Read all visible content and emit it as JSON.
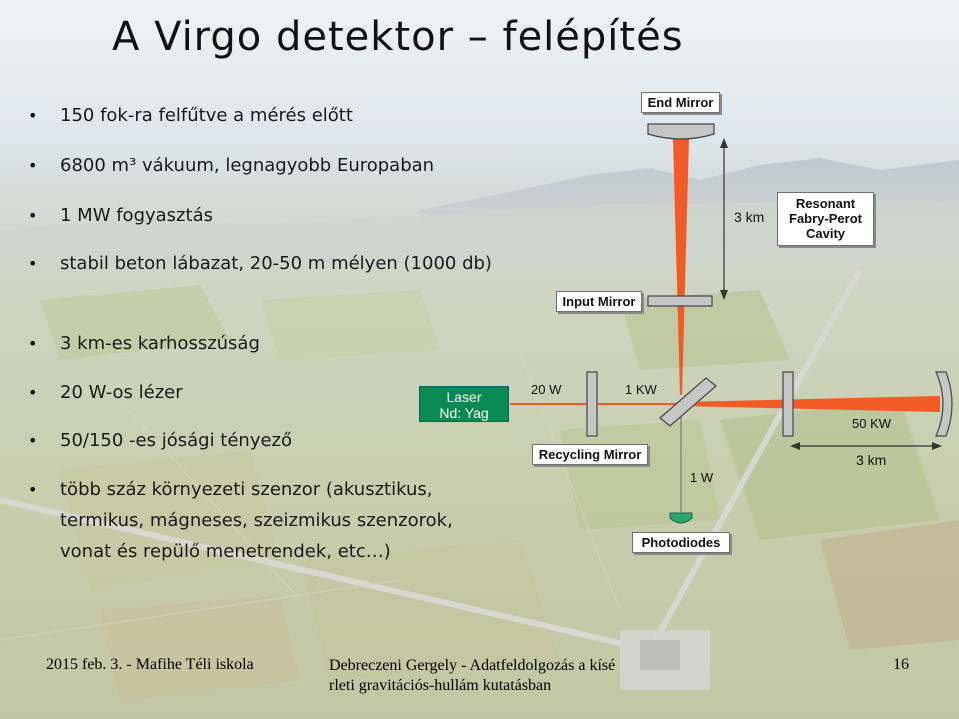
{
  "title": "A Virgo detektor – felépítés",
  "bullets": [
    "150 fok-ra felfűtve a mérés előtt",
    "6800 m³ vákuum, legnagyobb Europaban",
    "1 MW fogyasztás",
    "stabil beton lábazat, 20-50 m mélyen (1000 db)",
    "3 km-es karhosszúság",
    "20 W-os lézer",
    "50/150 -es jósági tényező",
    "több száz környezeti szenzor (akusztikus, termikus, mágneses, szeizmikus szenzorok, vonat és repülő menetrendek, etc…)"
  ],
  "diagram": {
    "end_mirror": "End Mirror",
    "resonant_line1": "Resonant",
    "resonant_line2": "Fabry-Perot",
    "resonant_line3": "Cavity",
    "input_mirror": "Input Mirror",
    "laser_line1": "Laser",
    "laser_line2": "Nd: Yag",
    "recycling_mirror": "Recycling Mirror",
    "photodiodes": "Photodiodes",
    "label_3km_vertical": "3 km",
    "label_3km_horizontal": "3 km",
    "label_20w": "20 W",
    "label_1kw": "1 KW",
    "label_50kw": "50 KW",
    "label_1w": "1 W"
  },
  "colors": {
    "beam": "#f25a26",
    "laser_box": "#0a8a52",
    "mirror": "#b9b9b9"
  },
  "footer": {
    "left": "2015 feb. 3. - Mafihe Téli iskola",
    "center_line1": "Debreczeni Gergely - Adatfeldolgozás a kísé",
    "center_line2": "rleti gravitációs-hullám kutatásban",
    "page_number": "16"
  }
}
